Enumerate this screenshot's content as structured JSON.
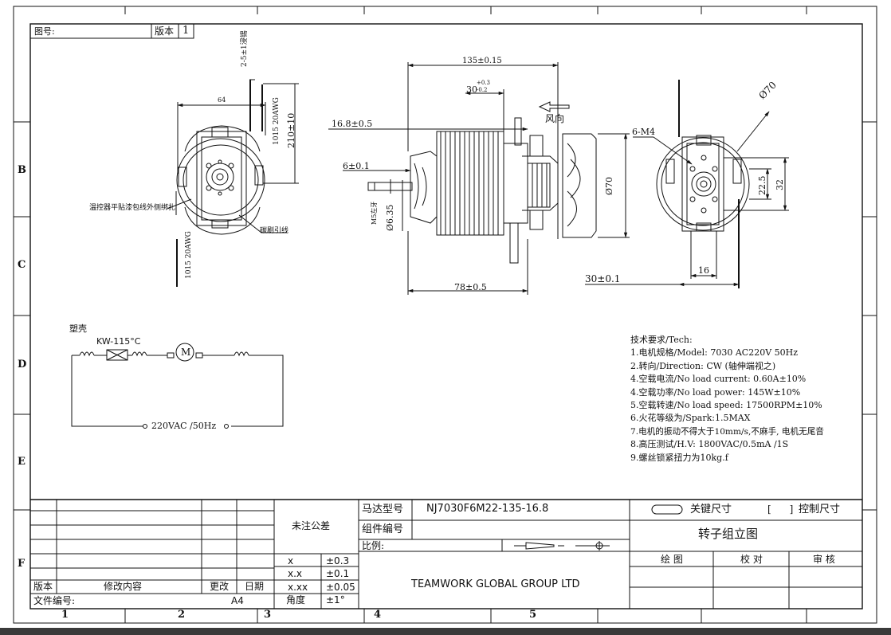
{
  "frame": {
    "row_labels": [
      "B",
      "C",
      "D",
      "E",
      "F"
    ],
    "col_labels": [
      "1",
      "2",
      "3",
      "4",
      "5"
    ]
  },
  "header": {
    "drawing_no_label": "图号:",
    "version_label": "版本",
    "version_value": "1"
  },
  "left_view": {
    "dim_width": "64",
    "lead_top_label": "1015 20AWG",
    "dim_210": "210±10",
    "dim_lead_strip": "2-5±1浸锡",
    "thermostat_note": "温控器平贴漆包线外侧绑扎",
    "brush_lead_note": "碳刷引线",
    "lead_bottom_label": "1015 20AWG"
  },
  "side_view": {
    "dim_135": "135±0.15",
    "dim_30": "30",
    "tol_30_upper": "+0.3",
    "tol_30_lower": "-0.2",
    "dim_16_8": "16.8±0.5",
    "wind_direction": "风向",
    "dim_6": "6±0.1",
    "dim_shaft": "Ø6.35",
    "flat_note": "M5左牙",
    "dim_fan_dia": "Ø70",
    "dim_78": "78±0.5"
  },
  "end_view": {
    "dim_thread": "6-M4",
    "dim_dia": "Ø70",
    "dim_22_5": "22.5",
    "dim_32": "32",
    "dim_16": "16",
    "dim_30": "30±0.1"
  },
  "schematic": {
    "housing_label": "塑壳",
    "thermostat_label": "KW-115°C",
    "motor_symbol": "M",
    "supply_label": "220VAC /50Hz"
  },
  "tech": {
    "title": "技术要求/Tech:",
    "lines": [
      "1.电机规格/Model: 7030 AC220V 50Hz",
      "2.转向/Direction: CW (轴伸端视之)",
      "4.空载电流/No load current: 0.60A±10%",
      "4.空载功率/No load power: 145W±10%",
      "5.空载转速/No load speed: 17500RPM±10%",
      "6.火花等级为/Spark:1.5MAX",
      "7.电机的振动不得大于10mm/s,不麻手, 电机无尾音",
      "8.高压测试/H.V: 1800VAC/0.5mA /1S",
      "9.螺丝锁紧扭力为10kg.f"
    ]
  },
  "title_block": {
    "version_label": "版本",
    "change_label": "修改内容",
    "revise_label": "更改",
    "date_label": "日期",
    "file_no_label": "文件编号:",
    "paper_size": "A4",
    "general_tol_label": "未注公差",
    "tolerances": [
      {
        "k": "x",
        "v": "±0.3"
      },
      {
        "k": "x.x",
        "v": "±0.1"
      },
      {
        "k": "x.xx",
        "v": "±0.05"
      },
      {
        "k": "角度",
        "v": "±1°"
      }
    ],
    "motor_model_label": "马达型号",
    "motor_model_value": "NJ7030F6M22-135-16.8",
    "assembly_no_label": "组件编号",
    "scale_label": "比例:",
    "key_dim_label": "关键尺寸",
    "control_dim_label": "控制尺寸",
    "control_bracket": "[      ]",
    "drawing_title": "转子组立图",
    "draw_label": "绘 图",
    "check_label": "校 对",
    "approve_label": "审 核",
    "company": "TEAMWORK GLOBAL GROUP LTD"
  }
}
